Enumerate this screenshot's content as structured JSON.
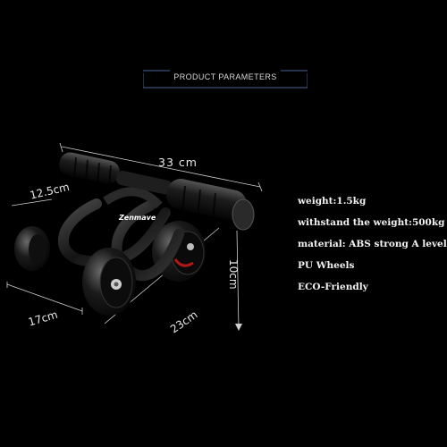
{
  "header": {
    "title": "PRODUCT PARAMETERS"
  },
  "dimensions": {
    "width": "33  cm",
    "height": "12.5cm",
    "depth": "17cm",
    "length": "23cm",
    "side": "10cm"
  },
  "product": {
    "brand": "Zenmave"
  },
  "specs": [
    "weight:1.5kg",
    "withstand the weight:500kg",
    "material: ABS strong A level",
    "PU Wheels",
    "ECO-Friendly"
  ],
  "colors": {
    "background": "#000000",
    "frame": "#3a4f7a",
    "text": "#f2f2f2",
    "accent": "#b01818"
  }
}
